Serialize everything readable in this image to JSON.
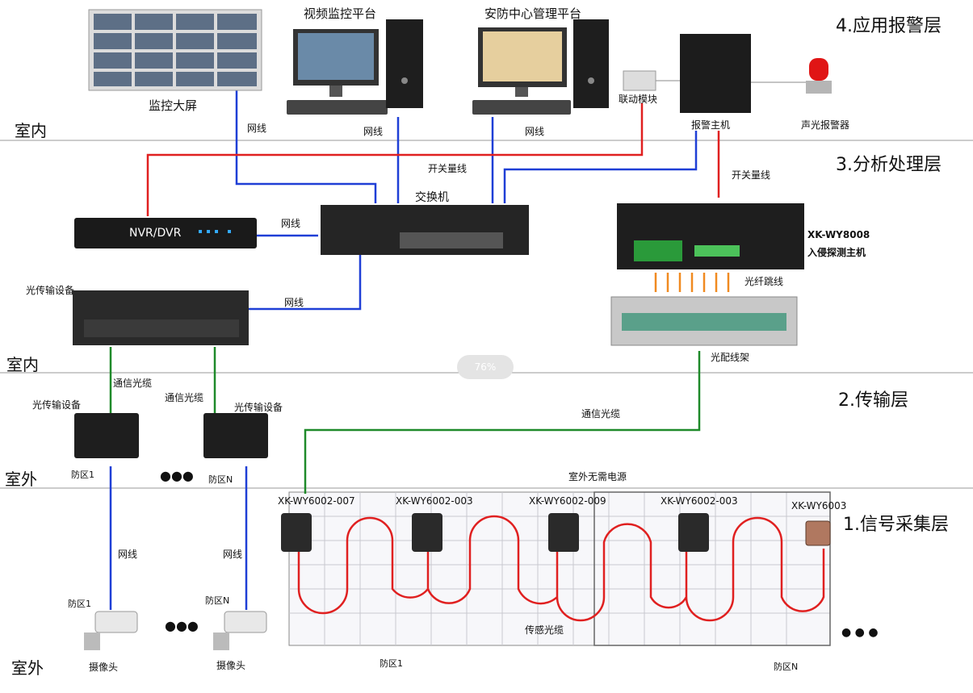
{
  "layers": {
    "l4": "4.应用报警层",
    "l3": "3.分析处理层",
    "l2": "2.传输层",
    "l1": "1.信号采集层"
  },
  "zones": {
    "indoor_1": "室内",
    "indoor_2": "室内",
    "outdoor_1": "室外",
    "outdoor_2": "室外"
  },
  "devices": {
    "big_screen": "监控大屏",
    "video_platform": "视频监控平台",
    "security_center": "安防中心管理平台",
    "link_module": "联动模块",
    "alarm_host": "报警主机",
    "sound_light_alarm": "声光报警器",
    "switch": "交换机",
    "nvr": "NVR/DVR",
    "intrusion_host_model": "XK-WY8008",
    "intrusion_host_name": "入侵探测主机",
    "optical_transmitter_main": "光传输设备",
    "optical_transmitter_1": "光传输设备",
    "optical_transmitter_n": "光传输设备",
    "odf": "光配线架",
    "camera_1": "摄像头",
    "camera_n": "摄像头"
  },
  "cables": {
    "net_1": "网线",
    "net_2": "网线",
    "net_3": "网线",
    "net_4": "网线",
    "net_5": "网线",
    "net_6": "网线",
    "net_7": "网线",
    "switch_line_1": "开关量线",
    "switch_line_2": "开关量线",
    "fiber_patch": "光纤跳线",
    "comm_fiber_1": "通信光缆",
    "comm_fiber_2": "通信光缆",
    "comm_fiber_3": "通信光缆",
    "sensing_fiber": "传感光缆",
    "no_power": "室外无需电源"
  },
  "zones_labels": {
    "z1_a": "防区1",
    "zn_a": "防区N",
    "z1_b": "防区1",
    "zn_b": "防区N",
    "z1_c": "防区1",
    "zn_c": "防区N"
  },
  "sensors": [
    "XK-WY6002-007",
    "XK-WY6002-003",
    "XK-WY6002-009",
    "XK-WY6002-003",
    "XK-WY6003"
  ],
  "ellipsis": "●●●",
  "ellipsis2": "● ● ●",
  "badge": "76%",
  "colors": {
    "net": "#1f3fd6",
    "switch_line": "#e02020",
    "comm_fiber": "#1f8a2a",
    "patch": "#f08a20",
    "sensing": "#e02020"
  }
}
